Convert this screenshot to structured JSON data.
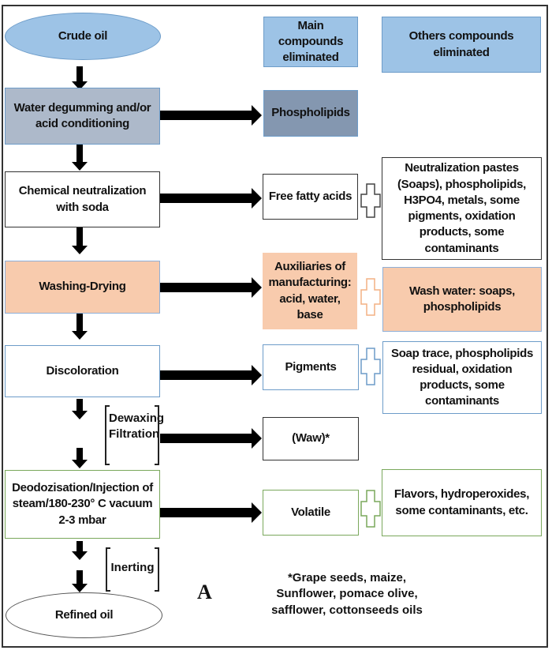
{
  "diagram": {
    "title_letter": "A",
    "header": {
      "main_compounds": "Main compounds eliminated",
      "other_compounds": "Others compounds eliminated"
    },
    "steps": [
      {
        "id": "crude-oil",
        "label": "Crude oil",
        "shape": "ellipse",
        "fill": "#9dc3e6",
        "border": "#6d9cc9"
      },
      {
        "id": "water-degumming",
        "label": "Water degumming and/or acid conditioning",
        "fill": "#adb9ca",
        "border": "#6d9cc9"
      },
      {
        "id": "chemical-neutralization",
        "label": "Chemical neutralization with soda",
        "fill": "#ffffff",
        "border": "#333333"
      },
      {
        "id": "washing-drying",
        "label": "Washing-Drying",
        "fill": "#f8cbad",
        "border": "#8fb0d8"
      },
      {
        "id": "discoloration",
        "label": "Discoloration",
        "fill": "#ffffff",
        "border": "#6d9cc9"
      },
      {
        "id": "dewaxing",
        "label": "Dewaxing Filtration",
        "bracketed": true
      },
      {
        "id": "deodorization",
        "label": "Deodozisation/Injection of steam/180-230° C vacuum 2-3 mbar",
        "fill": "#ffffff",
        "border": "#7aa85c"
      },
      {
        "id": "inerting",
        "label": "Inerting",
        "bracketed": true
      },
      {
        "id": "refined-oil",
        "label": "Refined oil",
        "shape": "ellipse",
        "fill": "#ffffff",
        "border": "#555555"
      }
    ],
    "main_compounds": [
      {
        "id": "phospholipids",
        "label": "Phospholipids",
        "fill": "#8497b0",
        "border": "#6d9cc9"
      },
      {
        "id": "free-fatty-acids",
        "label": "Free fatty acids",
        "fill": "#ffffff",
        "border": "#333333"
      },
      {
        "id": "auxiliaries",
        "label": "Auxiliaries of manufacturing: acid, water, base",
        "fill": "#f8cbad",
        "border": "#f8cbad"
      },
      {
        "id": "pigments",
        "label": "Pigments",
        "fill": "#ffffff",
        "border": "#6d9cc9"
      },
      {
        "id": "waw",
        "label": "(Waw)*",
        "fill": "#ffffff",
        "border": "#333333"
      },
      {
        "id": "volatile",
        "label": "Volatile",
        "fill": "#ffffff",
        "border": "#7aa85c"
      }
    ],
    "other_compounds": [
      {
        "id": "neutralization-pastes",
        "label": "Neutralization pastes (Soaps), phospholipids, H3PO4, metals, some pigments, oxidation products, some contaminants",
        "fill": "#ffffff",
        "border": "#333333"
      },
      {
        "id": "wash-water",
        "label": "Wash water: soaps, phospholipids",
        "fill": "#f8cbad",
        "border": "#8fb0d8"
      },
      {
        "id": "soap-trace",
        "label": "Soap trace, phospholipids residual, oxidation products, some contaminants",
        "fill": "#ffffff",
        "border": "#6d9cc9"
      },
      {
        "id": "flavors",
        "label": "Flavors, hydroperoxides, some contaminants, etc.",
        "fill": "#ffffff",
        "border": "#7aa85c"
      }
    ],
    "footnote": "*Grape seeds, maize, Sunflower, pomace olive, safflower, cottonseeds oils"
  }
}
